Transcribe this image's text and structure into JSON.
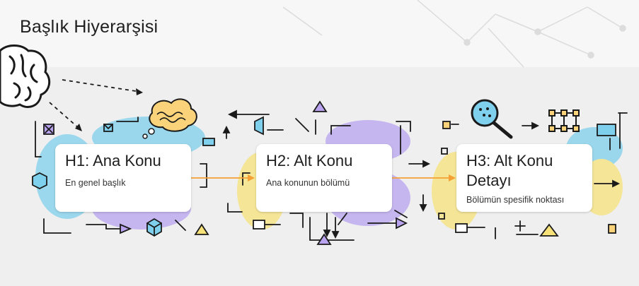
{
  "slide": {
    "title": "Başlık Hiyerarşisi"
  },
  "cards": [
    {
      "heading": "H1: Ana Konu",
      "description": "En genel başlık"
    },
    {
      "heading": "H2: Alt Konu",
      "description": "Ana konunun bölümü"
    },
    {
      "heading": "H3: Alt Konu Detayı",
      "description": "Bölümün spesifik noktası"
    }
  ],
  "colors": {
    "arrow": "#f5a035",
    "blue_blob": "#7fd0ec",
    "purple_blob": "#b9a3ef",
    "yellow_blob": "#f7e27a",
    "ink": "#1a1a1a"
  },
  "icons": [
    "brain-icon",
    "thought-cloud-icon",
    "magnifier-icon",
    "grid-icon"
  ]
}
